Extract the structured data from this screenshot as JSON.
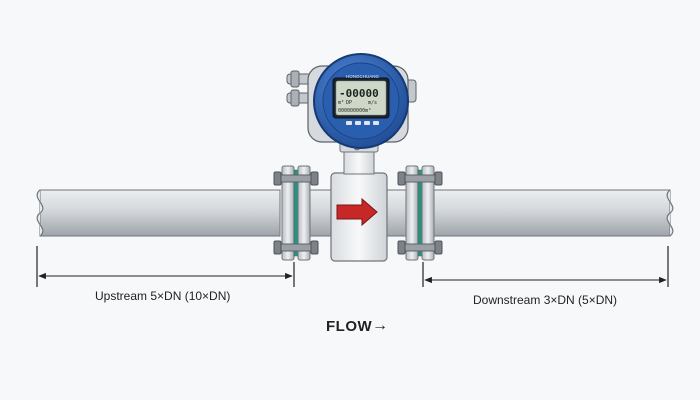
{
  "annotations": {
    "upstream": "Upstream 5×DN (10×DN)",
    "downstream": "Downstream 3×DN (5×DN)",
    "flow": "FLOW",
    "flow_arrow": "→"
  },
  "display": {
    "brand": "HONGCHUANG",
    "main_reading": "-00000",
    "line2_left": "m³",
    "line2_mid": "DP",
    "line2_right": "m/s",
    "line3": "000000000m³"
  },
  "colors": {
    "housing_blue": "#2a5fb0",
    "flow_arrow_red": "#c62828",
    "lcd_green": "#cfd8c8",
    "pipe_grey": "#c9ced3"
  },
  "icons": {
    "flow_direction": "red-arrow-icon",
    "dimension": "dimension-arrow-icon"
  }
}
